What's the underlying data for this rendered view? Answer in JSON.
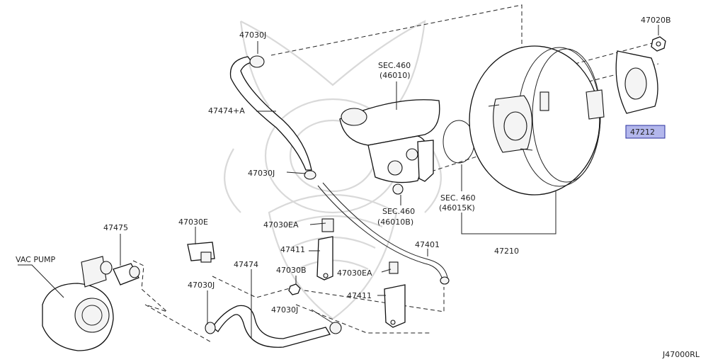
{
  "labels": {
    "p47030J_top": "47030J",
    "p47474A": "47474+A",
    "p47030J_mid": "47030J",
    "sec460_a": "SEC.460",
    "sec460_a_sub": "(46010)",
    "sec460_b": "SEC.460",
    "sec460_b_sub": "(46010B)",
    "sec460_c": "SEC. 460",
    "sec460_c_sub": "(46015K)",
    "p47020B": "47020B",
    "p47212": "47212",
    "p47210": "47210",
    "p47475": "47475",
    "vac_pump": "VAC PUMP",
    "p47030E": "47030E",
    "p47030EA_left": "47030EA",
    "p47411_upper": "47411",
    "p47401": "47401",
    "p47030B": "47030B",
    "p47030EA_right": "47030EA",
    "p47474": "47474",
    "p47030J_left": "47030J",
    "p47411_lower": "47411",
    "p47030J_bottom": "47030J",
    "diagram_code": "J47000RL"
  },
  "highlight": {
    "part": "47212",
    "fill": "#b3b7ec",
    "border": "#2a2f9e"
  }
}
